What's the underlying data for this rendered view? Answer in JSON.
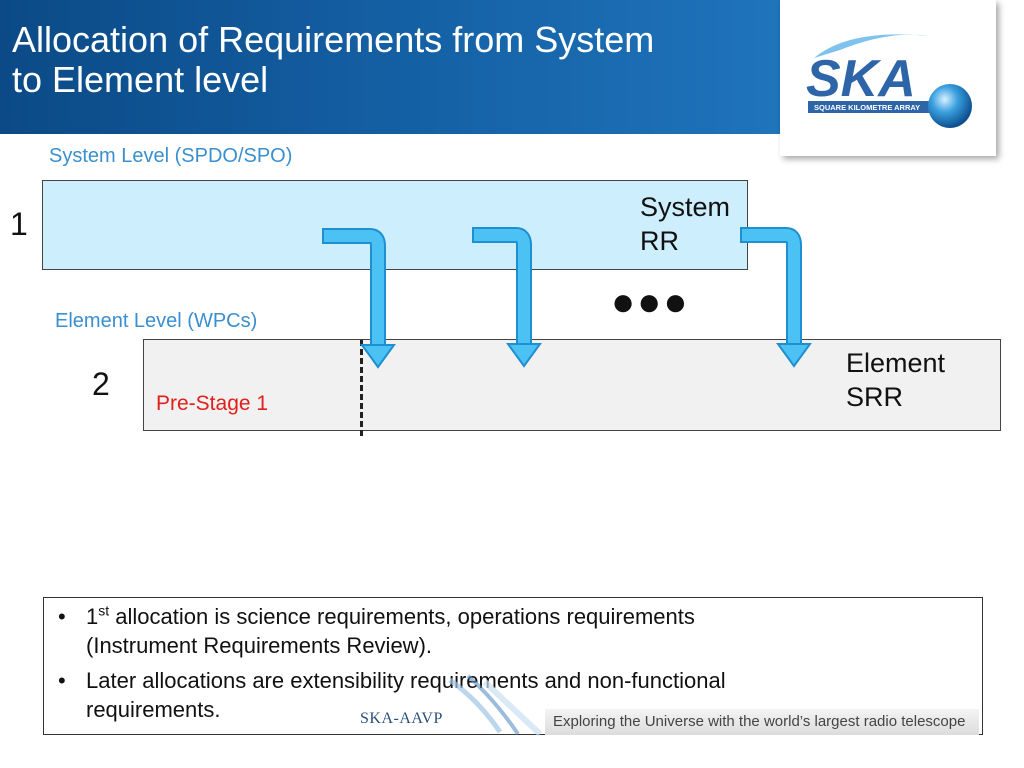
{
  "slide": {
    "title_line1": "Allocation of Requirements from System",
    "title_line2": "to Element level"
  },
  "logo": {
    "brand": "SKA",
    "subtitle": "SQUARE KILOMETRE ARRAY",
    "colors": {
      "letters": "#2e64a8",
      "globe": "#3aa0e0",
      "swoosh": "#5fb3e8"
    }
  },
  "diagram": {
    "system_level_label": "System Level (SPDO/SPO)",
    "system_level_number": "1",
    "system_review_line1": "System",
    "system_review_line2": "RR",
    "element_level_label": "Element Level (WPCs)",
    "element_level_number": "2",
    "element_review_line1": "Element",
    "element_review_line2": "SRR",
    "pre_stage_label": "Pre-Stage 1",
    "ellipsis": "●●●",
    "arrow_count": 3,
    "colors": {
      "system_box": "#cdeefd",
      "element_box": "#f1f1f1",
      "arrow": "#4cc1f4",
      "pre_stage": "#e0201b"
    }
  },
  "notes": {
    "bullet": "•",
    "item1_prefix": "1",
    "item1_sup": "st",
    "item1_line1": " allocation is science requirements, operations requirements",
    "item1_line2": "(Instrument Requirements Review).",
    "item2_line1": "Later allocations are extensibility requirements and non-functional",
    "item2_line2": "requirements."
  },
  "footer": {
    "logo_text": "SKA-AAVP",
    "tagline": "Exploring the Universe with the world’s largest radio telescope"
  }
}
